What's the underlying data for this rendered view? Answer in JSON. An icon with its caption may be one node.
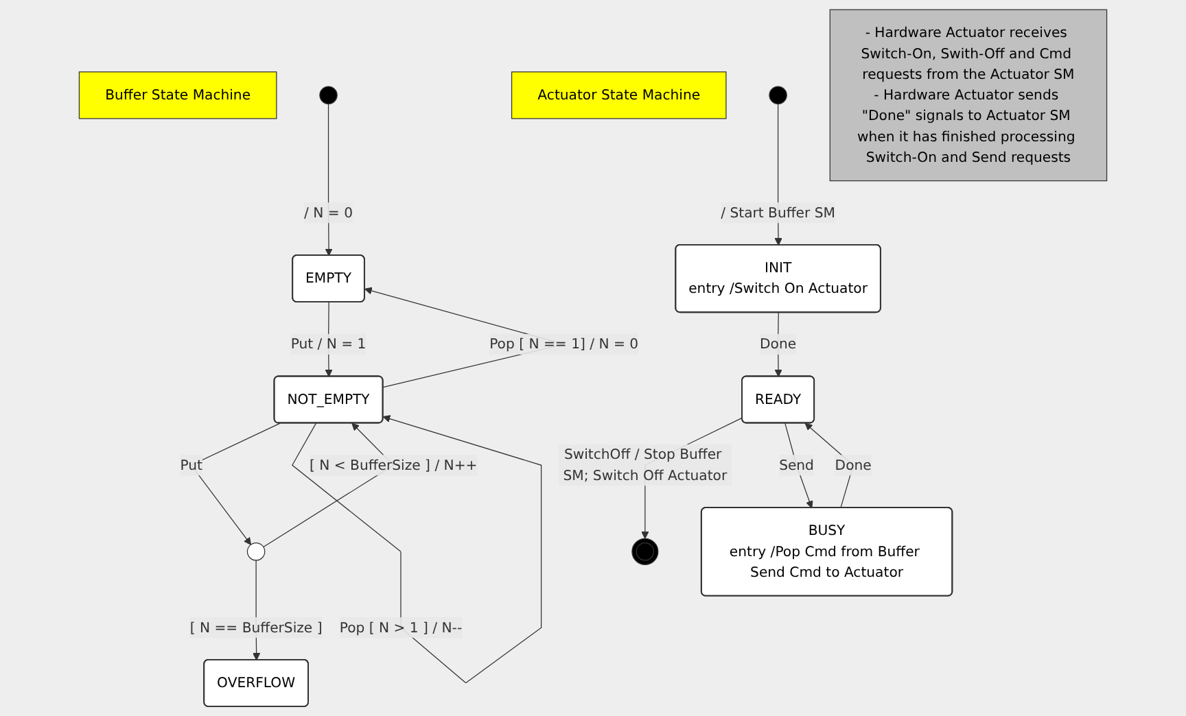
{
  "diagram": {
    "nodes": [
      {
        "text": [
          "Buffer State Machine"
        ]
      },
      {
        "text": [],
        "shape": "circle"
      },
      {
        "text": [
          "EMPTY"
        ]
      },
      {
        "text": [
          "NOT_EMPTY"
        ]
      },
      {
        "text": [],
        "shape": "circle"
      },
      {
        "text": [
          "OVERFLOW"
        ]
      },
      {
        "text": [
          "Actuator State Machine"
        ]
      },
      {
        "text": [],
        "shape": "circle"
      },
      {
        "text": [
          "INIT",
          "entry /Switch On Actuator"
        ]
      },
      {
        "text": [],
        "shape": "circle"
      },
      {
        "text": [
          "READY"
        ]
      },
      {
        "text": [
          "BUSY",
          "entry /Pop Cmd from Buffer Send Cmd to Actuator"
        ]
      },
      {
        "text": [
          "- Hardware Actuator receives Switch-On, Swith-Off and Cmd requests from the Actuator SM",
          "- Hardware Actuator sends \"Done\" signals to Actuator SM when it has finished processing Switch-On and Send requests"
        ]
      }
    ],
    "edges": [
      {
        "from": 1,
        "to": 2,
        "arrow": "to",
        "label": "/ N = 0"
      },
      {
        "from": 3,
        "to": 2,
        "arrow": "to",
        "label": "Pop [ N == 1] / N = 0"
      },
      {
        "from": 2,
        "to": 3,
        "arrow": "to",
        "label": "Put / N = 1"
      },
      {
        "from": 4,
        "to": 3,
        "arrow": "to",
        "label": "[ N < BufferSize ] / N++"
      },
      {
        "from": 3,
        "to": 4,
        "arrow": "to",
        "label": "Put"
      },
      {
        "from": 3,
        "to": 3,
        "arrow": "to",
        "label": "Pop [ N > 1 ] / N--"
      },
      {
        "from": 4,
        "to": 5,
        "arrow": "to",
        "label": "[ N == BufferSize ]"
      },
      {
        "from": 7,
        "to": 8,
        "arrow": "to",
        "label": "/ Start Buffer SM"
      },
      {
        "from": 8,
        "to": 10,
        "arrow": "to",
        "label": "Done"
      },
      {
        "from": 10,
        "to": 9,
        "arrow": "to",
        "label": "SwitchOff / Stop Buffer SM; Switch Off Actuator"
      },
      {
        "from": 10,
        "to": 11,
        "arrow": "to",
        "label": "Send"
      },
      {
        "from": 11,
        "to": 10,
        "arrow": "to",
        "label": "Done"
      }
    ]
  }
}
